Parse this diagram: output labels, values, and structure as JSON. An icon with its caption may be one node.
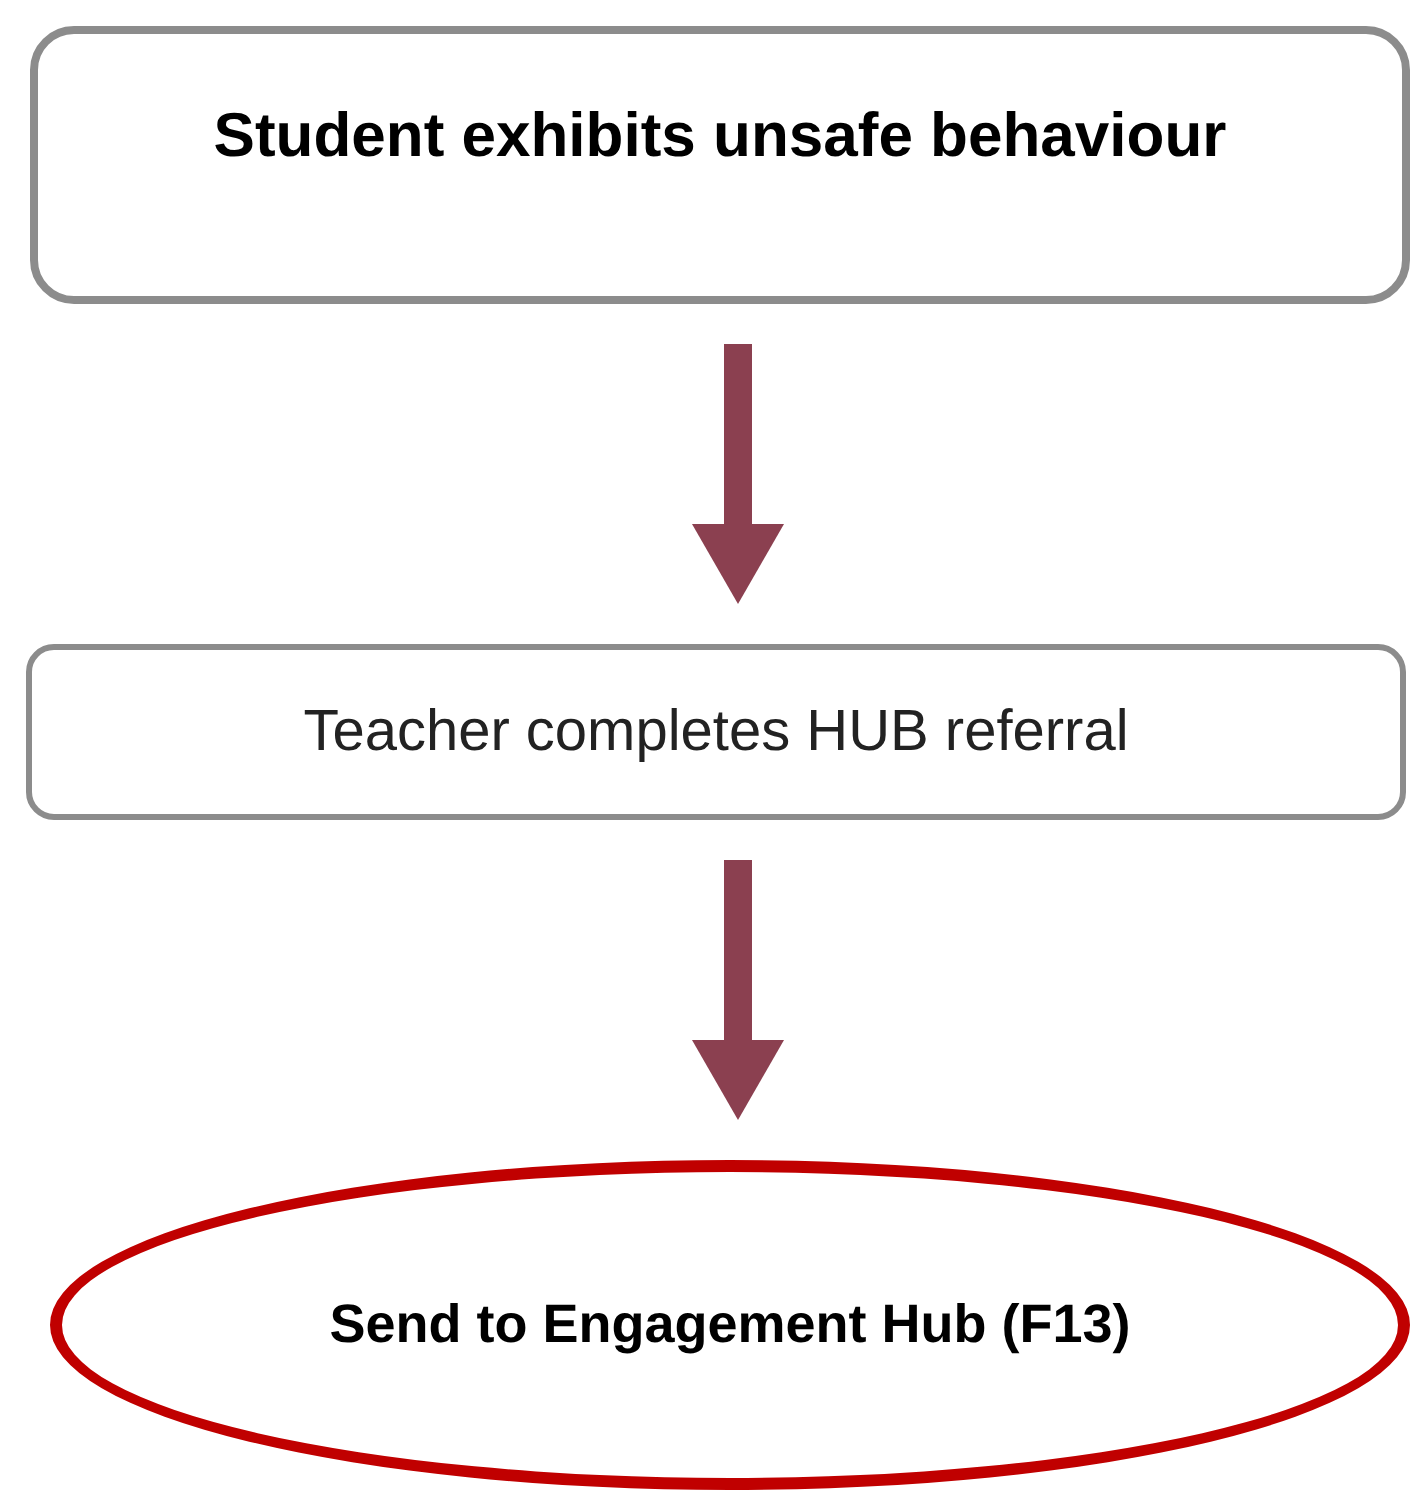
{
  "diagram": {
    "nodes": [
      {
        "text": [
          "Student exhibits unsafe behaviour"
        ]
      },
      {
        "text": [
          "Teacher completes HUB referral"
        ]
      },
      {
        "text": [
          "Send to Engagement Hub (F13)"
        ]
      }
    ],
    "edges": [
      {
        "from": 0,
        "to": 1,
        "arrow": "to"
      },
      {
        "from": 1,
        "to": 2,
        "arrow": "to"
      }
    ]
  }
}
